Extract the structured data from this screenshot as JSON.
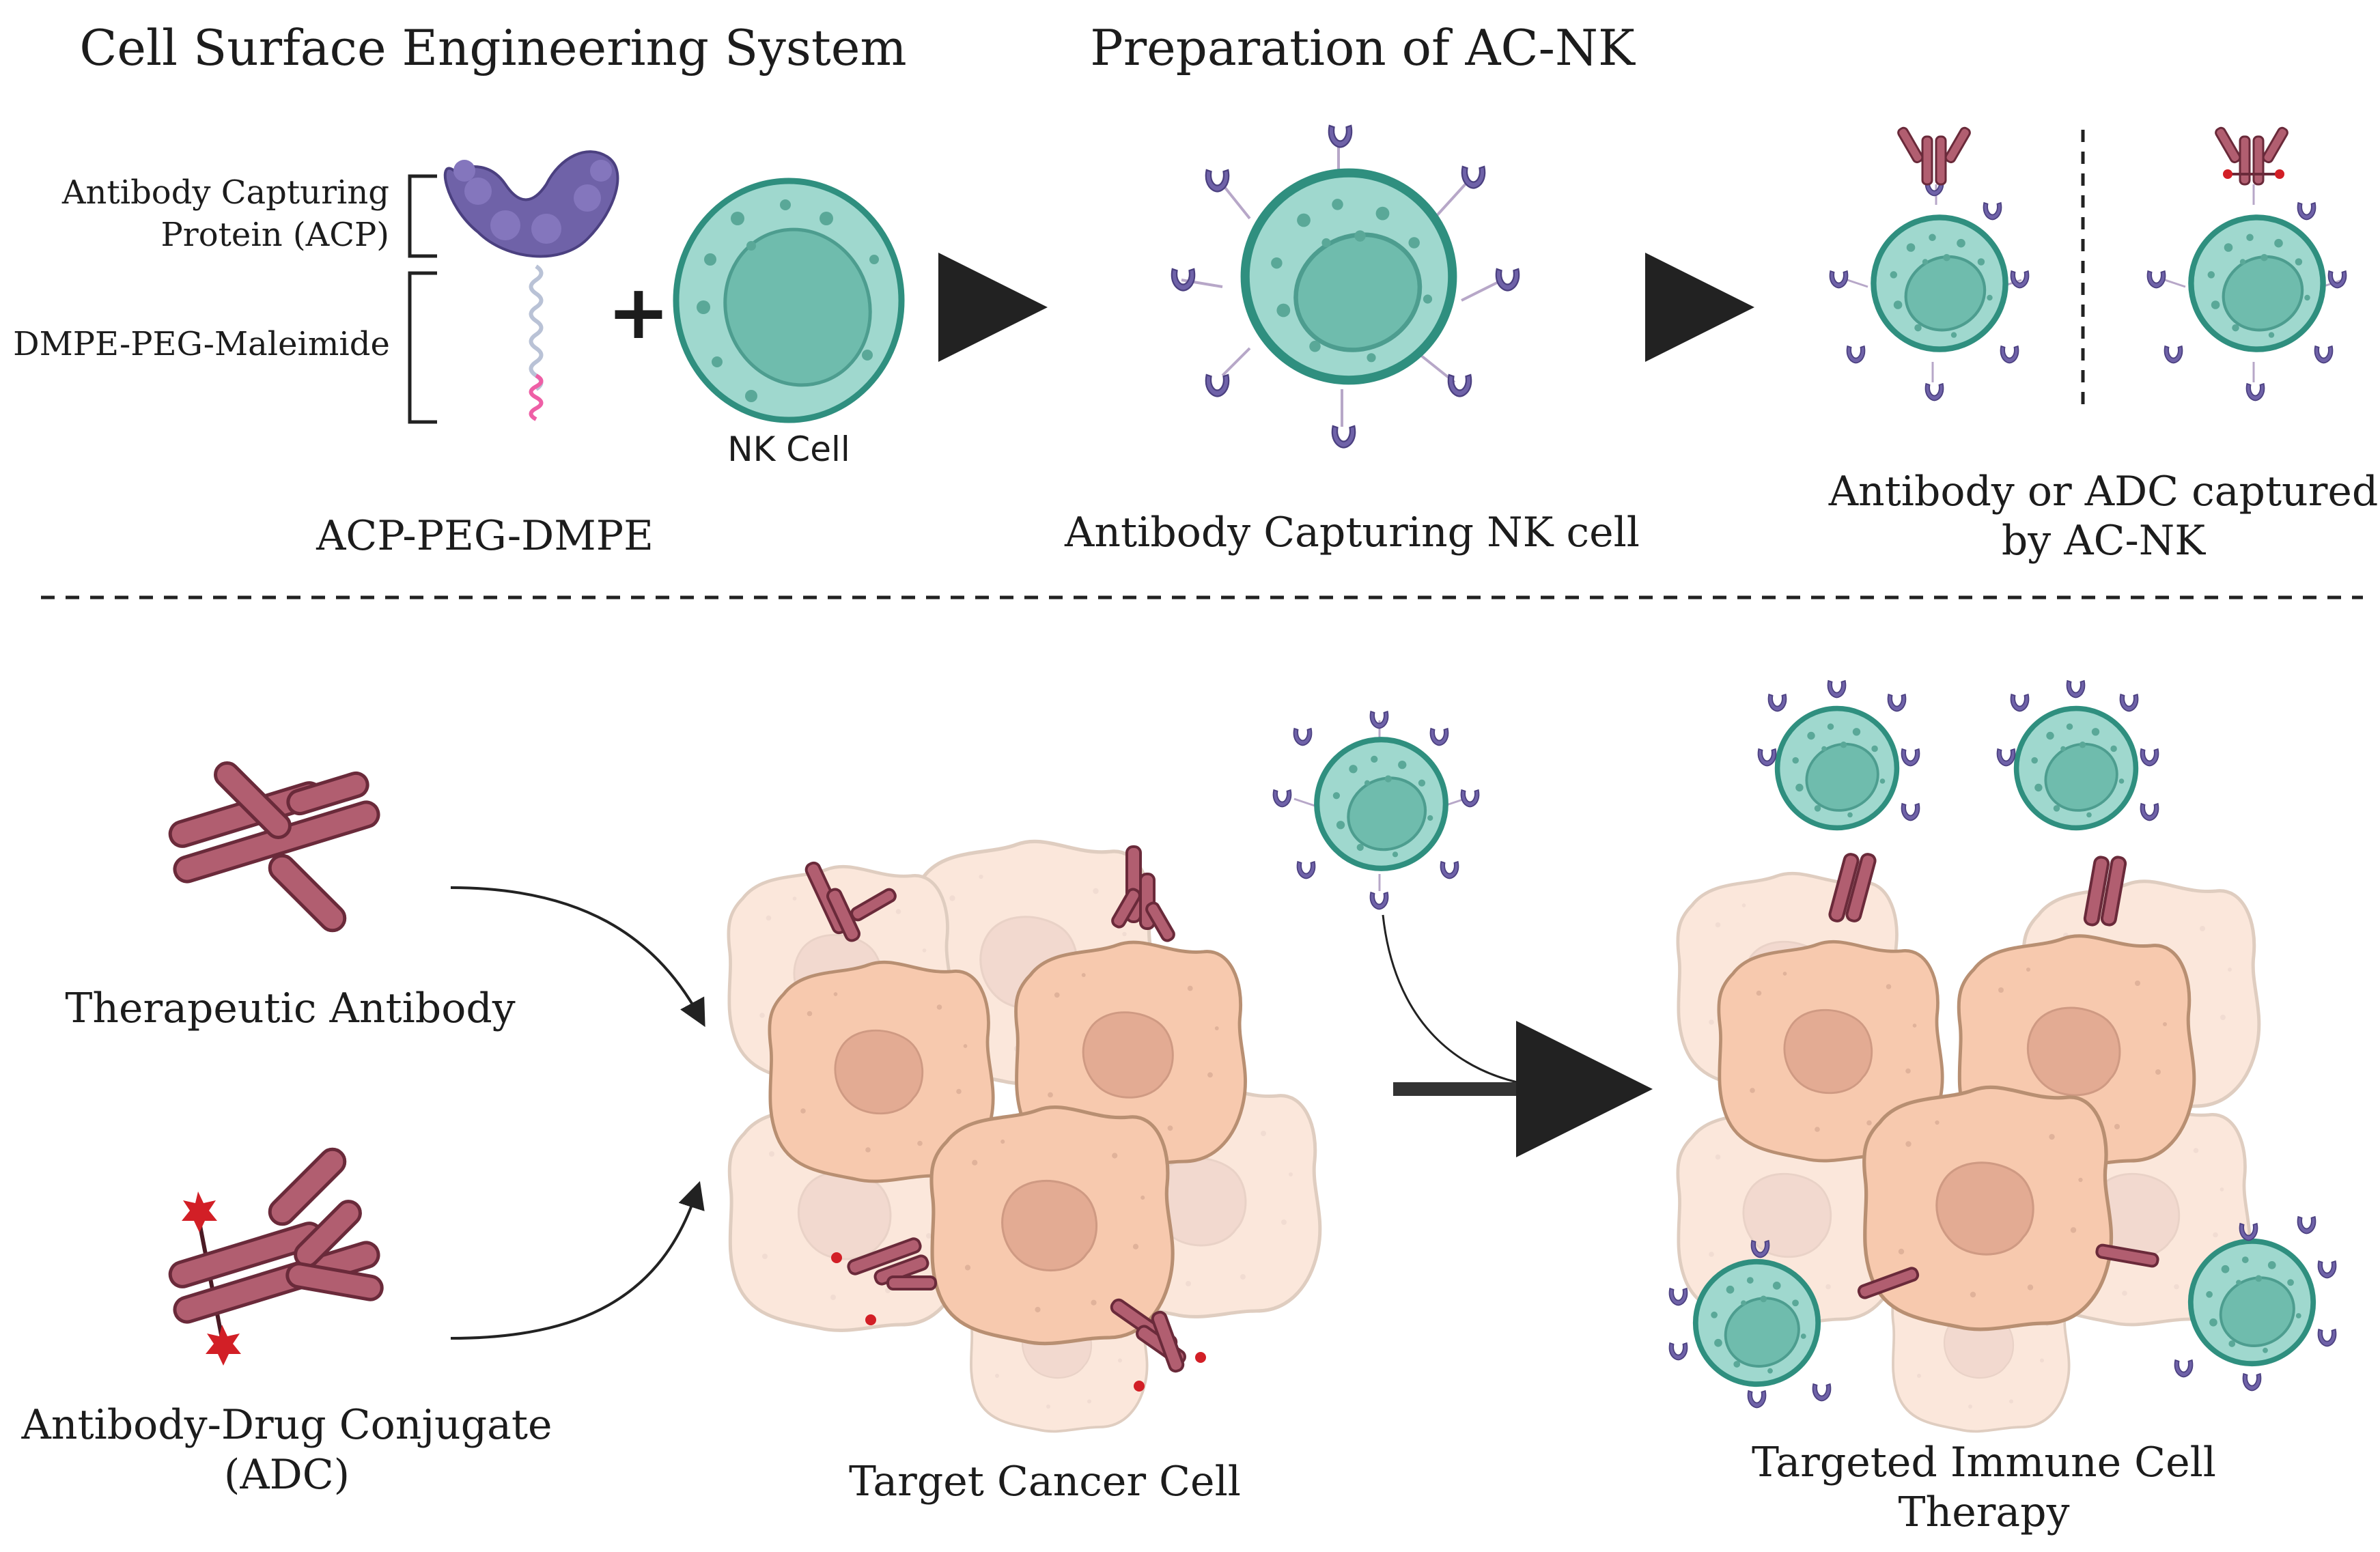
{
  "top": {
    "heading_left": "Cell Surface Engineering System",
    "heading_right": "Preparation of AC-NK",
    "acp_label_line1": "Antibody Capturing",
    "acp_label_line2": "Protein (ACP)",
    "linker_label": "DMPE-PEG-Maleimide",
    "plus_sign": "+",
    "nk_cell_label": "NK Cell",
    "acp_peg_dmpe_label": "ACP-PEG-DMPE",
    "ac_nk_label": "Antibody Capturing NK cell",
    "captured_label_line1": "Antibody or ADC captured",
    "captured_label_line2": "by AC-NK"
  },
  "bottom": {
    "therapeutic_antibody_label": "Therapeutic Antibody",
    "adc_label_line1": "Antibody-Drug Conjugate",
    "adc_label_line2": "(ADC)",
    "target_cancer_label": "Target Cancer Cell",
    "therapy_label_line1": "Targeted Immune Cell",
    "therapy_label_line2": "Therapy"
  },
  "colors": {
    "nk_cell_fill": "#9fd8ce",
    "nk_cell_stroke": "#2f8f7f",
    "nucleus_fill": "#6fbcad",
    "acp_purple": "#6f62a8",
    "antibody_fill": "#b15e70",
    "antibody_stroke": "#6a2a3a",
    "drug_red": "#d21f26",
    "cancer_fill": "#f7c9ae",
    "cancer_stroke": "#b88f72",
    "cancer_nucleus": "#e3ab93",
    "arrow": "#222222"
  }
}
